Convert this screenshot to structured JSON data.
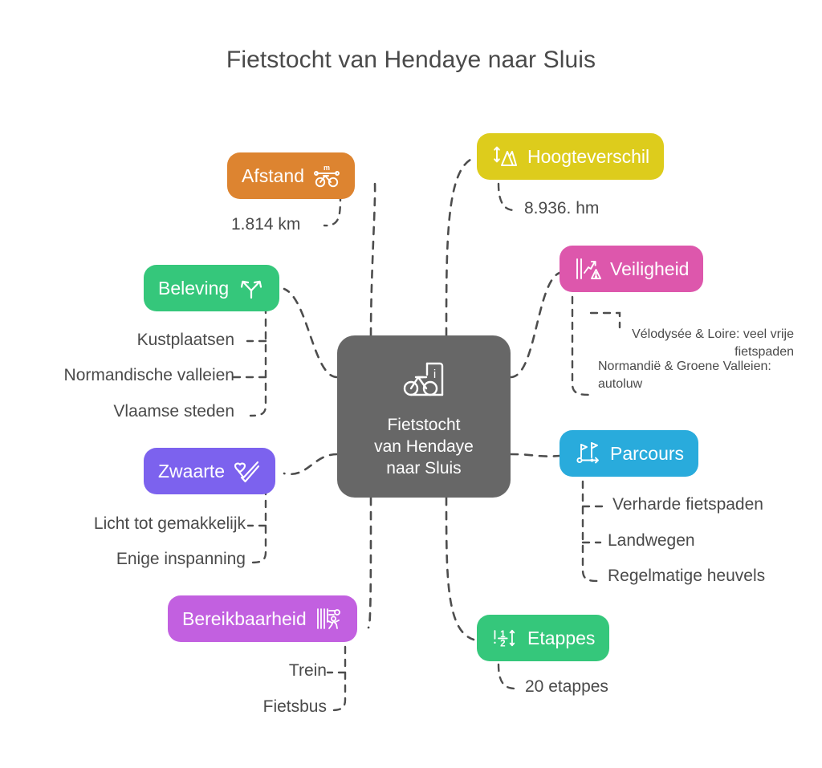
{
  "title": "Fietstocht van Hendaye naar Sluis",
  "center": {
    "label": "Fietstocht\nvan Hendaye\nnaar Sluis",
    "icon": "bicycle-info-icon",
    "color": "#676767"
  },
  "branches": [
    {
      "id": "afstand",
      "label": "Afstand",
      "icon": "bicycle-distance-icon",
      "color": "#DD8430",
      "children": [
        "1.814 km"
      ]
    },
    {
      "id": "hoogteverschil",
      "label": "Hoogteverschil",
      "icon": "mountain-elevation-icon",
      "color": "#DDCC1C",
      "children": [
        "8.936. hm"
      ]
    },
    {
      "id": "veiligheid",
      "label": "Veiligheid",
      "icon": "safety-warning-chart-icon",
      "color": "#DD57AC",
      "children": [
        "Vélodysée & Loire: veel vrije fietspaden",
        "Normandië & Groene Valleien: autoluw"
      ]
    },
    {
      "id": "parcours",
      "label": "Parcours",
      "icon": "route-flags-icon",
      "color": "#29ABDC",
      "children": [
        "Verharde fietspaden",
        "Landwegen",
        "Regelmatige heuvels"
      ]
    },
    {
      "id": "etappes",
      "label": "Etappes",
      "icon": "stages-fraction-icon",
      "color": "#35C77B",
      "children": [
        "20 etappes"
      ]
    },
    {
      "id": "bereikbaarheid",
      "label": "Bereikbaarheid",
      "icon": "pedestrian-access-icon",
      "color": "#C260E0",
      "children": [
        "Trein",
        "Fietsbus"
      ]
    },
    {
      "id": "zwaarte",
      "label": "Zwaarte",
      "icon": "heart-check-icon",
      "color": "#7C62EE",
      "children": [
        "Licht tot gemakkelijk",
        "Enige inspanning"
      ]
    },
    {
      "id": "beleving",
      "label": "Beleving",
      "icon": "fork-arrows-icon",
      "color": "#35C77B",
      "children": [
        "Kustplaatsen",
        "Normandische valleien",
        "Vlaamse steden"
      ]
    }
  ],
  "veiligheid_lines": {
    "line0": "Vélodysée & Loire: veel vrije",
    "line0b": "fietspaden",
    "line1": "Normandië",
    "line1b": "& Groene Valleien:",
    "line1c": "autoluw"
  }
}
